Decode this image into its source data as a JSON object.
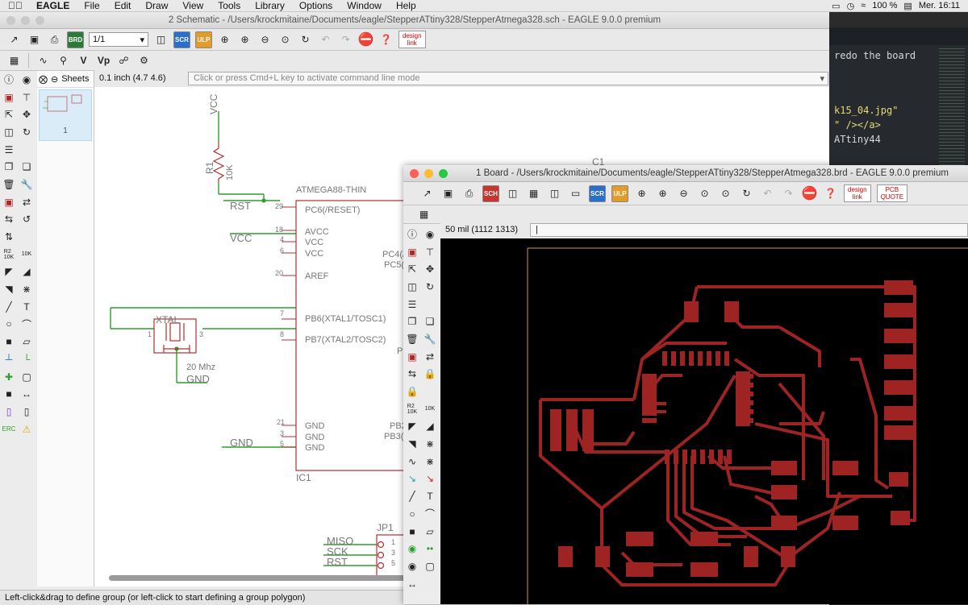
{
  "menubar": {
    "apple": "",
    "app": "EAGLE",
    "items": [
      "File",
      "Edit",
      "Draw",
      "View",
      "Tools",
      "Library",
      "Options",
      "Window",
      "Help"
    ],
    "battery": "100 %",
    "clock": "Mer. 16:11"
  },
  "editor": {
    "lines": [
      "redo the board",
      "k15_04.jpg\"",
      "\" /></a>",
      "ATtiny44"
    ]
  },
  "schematic": {
    "title": "2 Schematic - /Users/krockmitaine/Documents/eagle/StepperATtiny328/StepperAtmega328.sch - EAGLE 9.0.0 premium",
    "sheet_combo": "1/1",
    "sheets_label": "Sheets",
    "sheet_number": "1",
    "grid_info": "0.1 inch (4.7 4.6)",
    "cmd_placeholder": "Click or press Cmd+L key to activate command line mode",
    "status": "Left-click&drag to define group (or left-click to start defining a group polygon)",
    "labels": {
      "vcc_top": "VCC",
      "r1": "R1",
      "r1_val": "10K",
      "rst": "RST",
      "vcc_mid": "VCC",
      "gnd": "GND",
      "xtal": "XTAL",
      "xtal_p1": "1",
      "xtal_p3": "3",
      "xtal_freq": "20 Mhz",
      "xtal_gnd": "GND",
      "c1": "C1",
      "ic_name": "ATMEGA88-THIN",
      "ic_ref": "IC1",
      "jp1": "JP1",
      "miso": "MISO",
      "sck": "SCK",
      "rst2": "RST",
      "jp_p1": "1",
      "jp_p3": "3",
      "jp_p5": "5"
    },
    "pins_left": [
      {
        "num": "29",
        "name": "PC6(/RESET)"
      },
      {
        "num": "18",
        "name": "AVCC"
      },
      {
        "num": "4",
        "name": "VCC"
      },
      {
        "num": "6",
        "name": "VCC"
      },
      {
        "num": "20",
        "name": "AREF"
      },
      {
        "num": "7",
        "name": "PB6(XTAL1/TOSC1)"
      },
      {
        "num": "8",
        "name": "PB7(XTAL2/TOSC2)"
      },
      {
        "num": "21",
        "name": "GND"
      },
      {
        "num": "3",
        "name": "GND"
      },
      {
        "num": "5",
        "name": "GND"
      }
    ],
    "pins_right": [
      "PC4(/",
      "PC5(/",
      "P",
      "PB2",
      "PB3("
    ]
  },
  "board": {
    "title": "1 Board - /Users/krockmitaine/Documents/eagle/StepperATtiny328/StepperAtmega328.brd - EAGLE 9.0.0 premium",
    "grid_info": "50 mil (1112 1313)",
    "cmd_value": "|"
  },
  "colors": {
    "net_green": "#2e9e2e",
    "part_red": "#b23030",
    "copper": "#9e2424",
    "board_bg": "#000000"
  }
}
